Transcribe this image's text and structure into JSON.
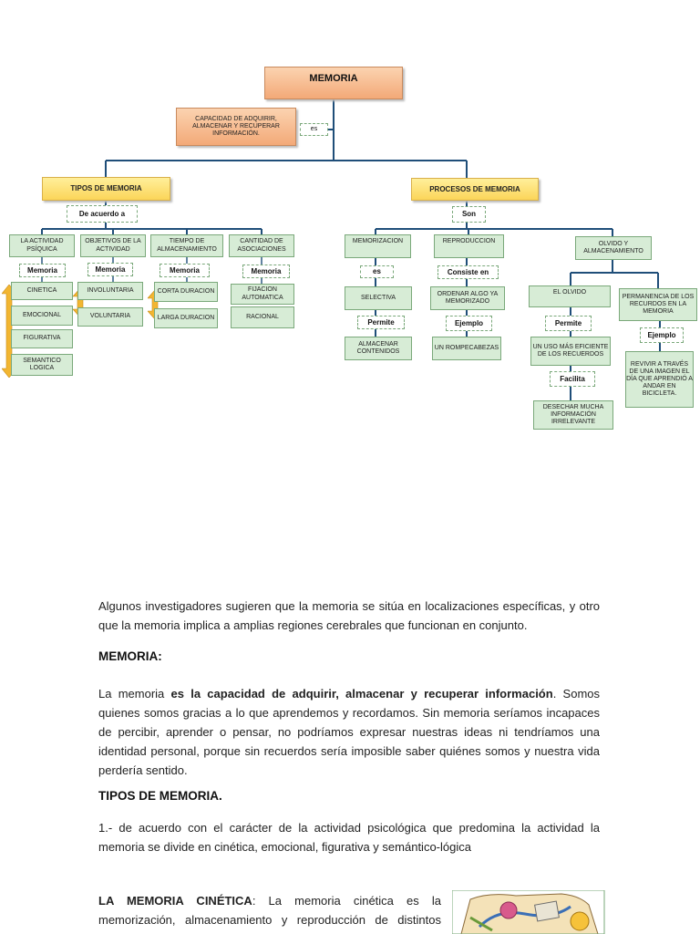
{
  "diagram": {
    "root": "MEMORIA",
    "definition": "CAPACIDAD DE ADQUIRIR, ALMACENAR Y RECUPERAR INFORMACIÓN.",
    "es_link": "es",
    "tipos": {
      "title": "TIPOS DE MEMORIA",
      "link": "De acuerdo a",
      "categories": [
        {
          "label": "LA ACTIVIDAD PSÍQUICA",
          "link": "Memoria",
          "items": [
            "CINETICA",
            "EMOCIONAL",
            "FIGURATIVA",
            "SEMANTICO LOGICA"
          ]
        },
        {
          "label": "OBJETIVOS DE LA ACTIVIDAD",
          "link": "Memoria",
          "items": [
            "INVOLUNTARIA",
            "VOLUNTARIA"
          ]
        },
        {
          "label": "TIEMPO DE ALMACENAMIENTO",
          "link": "Memoria",
          "items": [
            "CORTA DURACION",
            "LARGA DURACION"
          ]
        },
        {
          "label": "CANTIDAD DE ASOCIACIONES",
          "link": "Memoria",
          "items": [
            "FIJACION AUTOMATICA",
            "RACIONAL"
          ]
        }
      ]
    },
    "procesos": {
      "title": "PROCESOS DE MEMORIA",
      "link": "Son",
      "memorizacion": {
        "label": "MEMORIZACION",
        "link1": "es",
        "value": "SELECTIVA",
        "link2": "Permite",
        "result": "ALMACENAR CONTENIDOS"
      },
      "reproduccion": {
        "label": "REPRODUCCION",
        "link1": "Consiste en",
        "value": "ORDENAR ALGO YA MEMORIZADO",
        "link2": "Ejemplo",
        "result": "UN ROMPECABEZAS"
      },
      "olvido": {
        "label": "OLVIDO Y ALMACENAMIENTO",
        "el_olvido": {
          "label": "EL OLVIDO",
          "link1": "Permite",
          "value": "UN USO MÁS EFICIENTE DE LOS RECUERDOS",
          "link2": "Facilita",
          "result": "DESECHAR MUCHA INFORMACIÓN IRRELEVANTE"
        },
        "permanencia": {
          "label": "PERMANENCIA DE LOS RECURDOS EN LA MEMORIA",
          "link": "Ejemplo",
          "result": "REVIVIR A TRAVÉS DE UNA IMAGEN EL DÍA QUE APRENDIÓ A ANDAR EN BICICLETA."
        }
      }
    }
  },
  "text": {
    "intro": "Algunos investigadores sugieren que la memoria se sitúa en localizaciones específicas, y otro que la memoria implica a amplias regiones cerebrales que funcionan en conjunto.",
    "h_memoria": "MEMORIA:",
    "p2_pre": "La memoria ",
    "p2_bold": "es la capacidad de adquirir, almacenar y recuperar información",
    "p2_post": ". Somos quienes somos gracias a lo que aprendemos y recordamos. Sin memoria seríamos incapaces de percibir, aprender o pensar, no podríamos expresar nuestras ideas ni tendríamos una identidad personal, porque sin recuerdos sería imposible saber quiénes somos y nuestra vida perdería sentido.",
    "h_tipos": "TIPOS DE MEMORIA.",
    "p3": "1.- de acuerdo con el carácter de la actividad psicológica que predomina la actividad la memoria se divide en cinética, emocional, figurativa y semántico-lógica",
    "p4_bold": "LA MEMORIA CINÉTICA",
    "p4_post": ": La memoria cinética es la memorización, almacenamiento y reproducción de distintos movimientos y de sus sistemas. Las personas que tienen predominio"
  },
  "colors": {
    "line": "#1f4e79",
    "arrow": "#f2b632",
    "green": "#d7ecd6"
  }
}
